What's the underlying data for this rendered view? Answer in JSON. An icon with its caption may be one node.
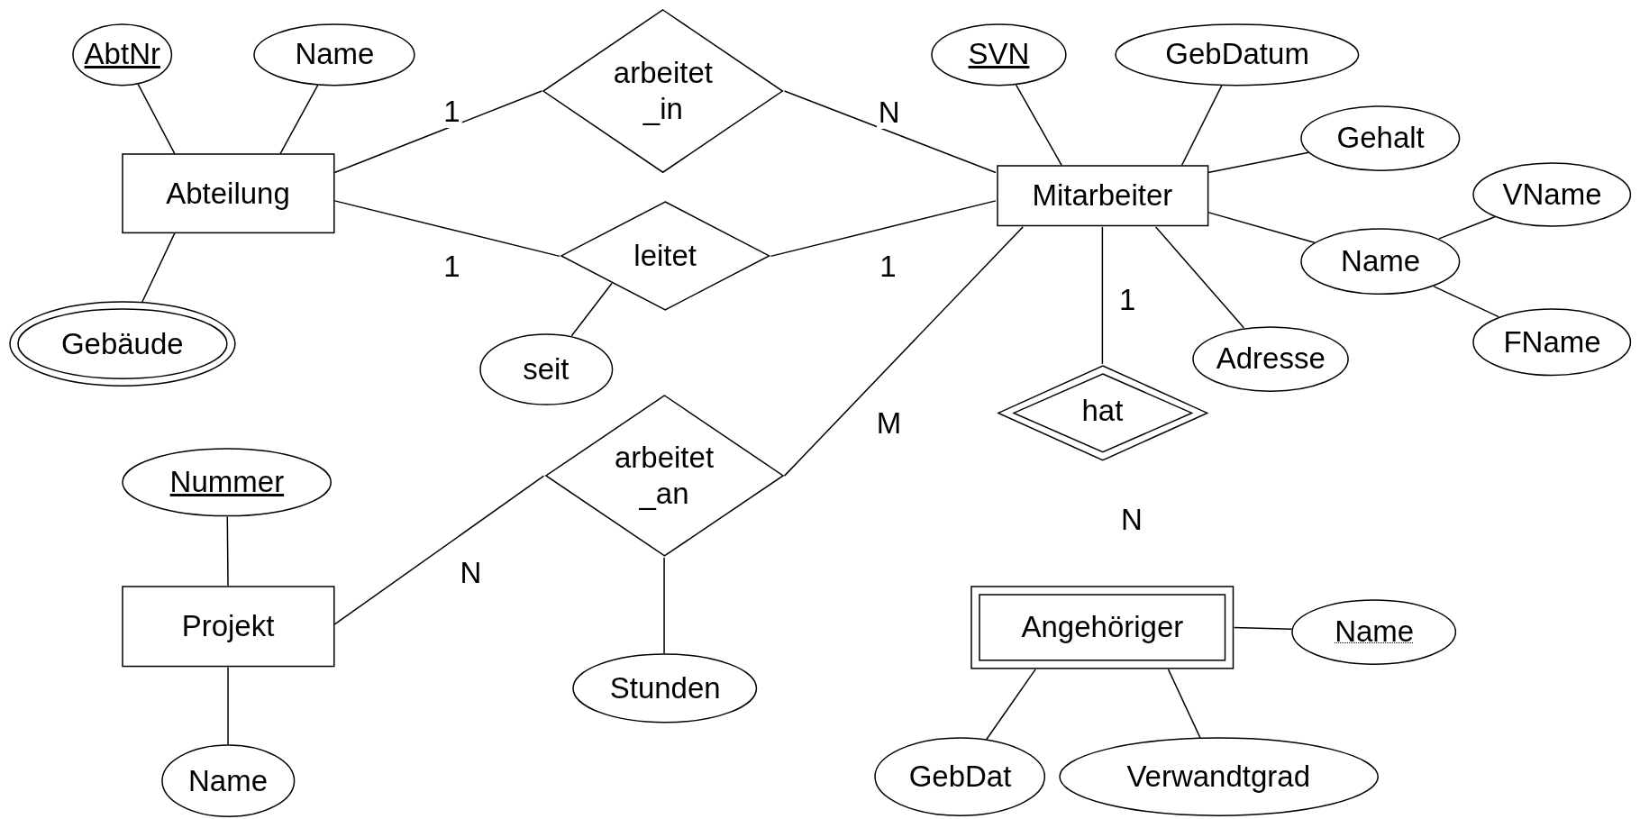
{
  "diagram": {
    "nodes": [
      {
        "text": [
          "AbtNr"
        ]
      },
      {
        "text": [
          "Name"
        ]
      },
      {
        "text": [
          "arbeitet _in"
        ]
      },
      {
        "text": [
          "SVN"
        ]
      },
      {
        "text": [
          "GebDatum"
        ]
      },
      {
        "text": [
          "Gehalt"
        ]
      },
      {
        "text": [
          "Abteilung"
        ]
      },
      {
        "text": [
          "Mitarbeiter"
        ]
      },
      {
        "text": [
          "VName"
        ]
      },
      {
        "text": [
          "leitet"
        ]
      },
      {
        "text": [
          "Name"
        ]
      },
      {
        "text": [
          "Gebäude"
        ]
      },
      {
        "text": [
          "FName"
        ]
      },
      {
        "text": [
          "seit"
        ]
      },
      {
        "text": [
          "Adresse"
        ]
      },
      {
        "text": [
          "hat"
        ]
      },
      {
        "text": [
          "arbeitet _an"
        ]
      },
      {
        "text": [
          "Nummer"
        ]
      },
      {
        "text": [
          "Angehöriger"
        ]
      },
      {
        "text": [
          "Name"
        ]
      },
      {
        "text": [
          "Projekt"
        ]
      },
      {
        "text": [
          "Stunden"
        ]
      },
      {
        "text": [
          "Name"
        ]
      },
      {
        "text": [
          "GebDat"
        ]
      },
      {
        "text": [
          "Verwandtgrad"
        ]
      }
    ],
    "edges": [
      {
        "from": 6,
        "to": 0,
        "arrow": "none"
      },
      {
        "from": 6,
        "to": 1,
        "arrow": "none"
      },
      {
        "from": 6,
        "to": 11,
        "arrow": "none"
      },
      {
        "from": 6,
        "to": 2,
        "arrow": "none",
        "label": "1"
      },
      {
        "from": 2,
        "to": 7,
        "arrow": "none",
        "label": "N"
      },
      {
        "from": 6,
        "to": 9,
        "arrow": "none",
        "label": "1"
      },
      {
        "from": 9,
        "to": 7,
        "arrow": "none",
        "label": "1"
      },
      {
        "from": 9,
        "to": 13,
        "arrow": "none"
      },
      {
        "from": 7,
        "to": 3,
        "arrow": "none"
      },
      {
        "from": 7,
        "to": 4,
        "arrow": "none"
      },
      {
        "from": 7,
        "to": 5,
        "arrow": "none"
      },
      {
        "from": 7,
        "to": 10,
        "arrow": "none"
      },
      {
        "from": 10,
        "to": 8,
        "arrow": "none"
      },
      {
        "from": 10,
        "to": 12,
        "arrow": "none"
      },
      {
        "from": 7,
        "to": 14,
        "arrow": "none"
      },
      {
        "from": 7,
        "to": 15,
        "arrow": "none",
        "label": "1"
      },
      {
        "from": 7,
        "to": 16,
        "arrow": "none",
        "label": "M"
      },
      {
        "from": 16,
        "to": 20,
        "arrow": "none",
        "label": "N"
      },
      {
        "from": 16,
        "to": 21,
        "arrow": "none"
      },
      {
        "from": 20,
        "to": 17,
        "arrow": "none"
      },
      {
        "from": 20,
        "to": 22,
        "arrow": "none"
      },
      {
        "from": 18,
        "to": 19,
        "arrow": "none"
      },
      {
        "from": 18,
        "to": 23,
        "arrow": "none"
      },
      {
        "from": 18,
        "to": 24,
        "arrow": "none"
      }
    ],
    "labels": [
      "N"
    ]
  }
}
